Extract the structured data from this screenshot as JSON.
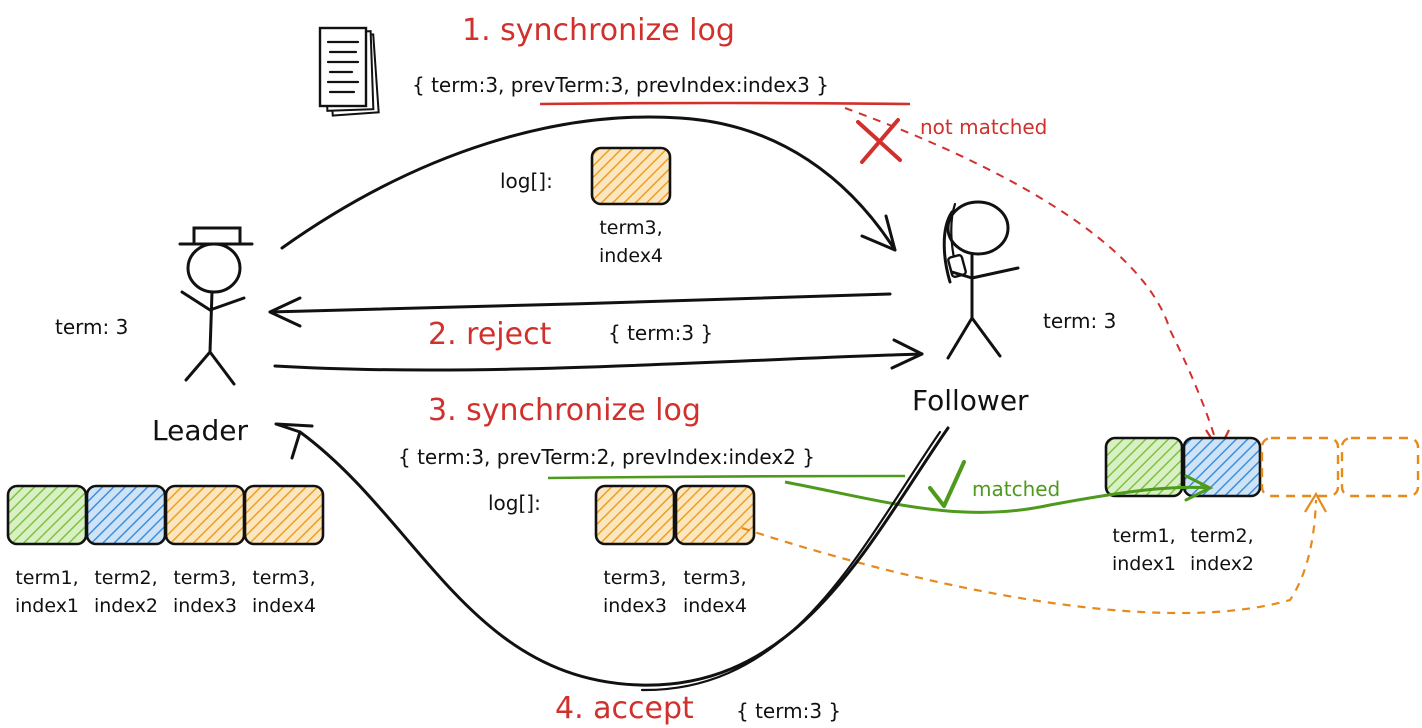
{
  "colors": {
    "step_red": "#d0312d",
    "matched_green": "#4e9a1d",
    "term1_green": "#7cc442",
    "term2_blue": "#3d8fe0",
    "term3_orange": "#eba021",
    "ink": "#111111"
  },
  "steps": {
    "s1": {
      "label": "1. synchronize log",
      "message": "{ term:3, prevTerm:3, prevIndex:index3 }"
    },
    "s2": {
      "label": "2. reject",
      "message": "{ term:3 }"
    },
    "s3": {
      "label": "3. synchronize log",
      "message": "{ term:3, prevTerm:2, prevIndex:index2 }"
    },
    "s4": {
      "label": "4. accept",
      "message": "{ term:3 }"
    }
  },
  "annotations": {
    "not_matched": "not matched",
    "matched": "matched"
  },
  "leader": {
    "name": "Leader",
    "term_label": "term: 3",
    "log": [
      {
        "term": "term1,",
        "index": "index1",
        "color": "#7cc442"
      },
      {
        "term": "term2,",
        "index": "index2",
        "color": "#3d8fe0"
      },
      {
        "term": "term3,",
        "index": "index3",
        "color": "#eba021"
      },
      {
        "term": "term3,",
        "index": "index4",
        "color": "#eba021"
      }
    ]
  },
  "follower": {
    "name": "Follower",
    "term_label": "term: 3",
    "log": [
      {
        "term": "term1,",
        "index": "index1",
        "color": "#7cc442"
      },
      {
        "term": "term2,",
        "index": "index2",
        "color": "#3d8fe0"
      }
    ],
    "empty_slots": 2
  },
  "message1_log": {
    "label": "log[]:",
    "entries": [
      {
        "term": "term3,",
        "index": "index4",
        "color": "#eba021"
      }
    ]
  },
  "message3_log": {
    "label": "log[]:",
    "entries": [
      {
        "term": "term3,",
        "index": "index3",
        "color": "#eba021"
      },
      {
        "term": "term3,",
        "index": "index4",
        "color": "#eba021"
      }
    ]
  },
  "icons": {
    "document": "document-stack-icon",
    "cross": "cross-icon",
    "check": "check-icon"
  }
}
